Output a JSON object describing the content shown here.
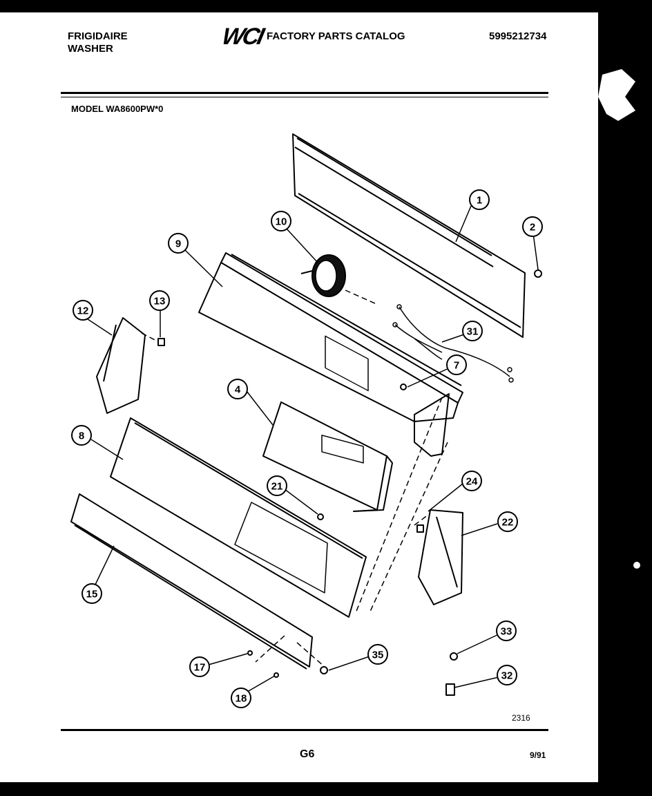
{
  "header": {
    "brand_line1": "FRIGIDAIRE",
    "brand_line2": "WASHER",
    "logo": "WCI",
    "catalog_title": "FACTORY PARTS CATALOG",
    "part_number": "5995212734",
    "model": "MODEL WA8600PW*0"
  },
  "footer": {
    "figure_number": "2316",
    "page": "G6",
    "date": "9/91"
  },
  "callouts": [
    "1",
    "2",
    "10",
    "9",
    "12",
    "13",
    "31",
    "7",
    "4",
    "8",
    "21",
    "24",
    "22",
    "15",
    "33",
    "35",
    "17",
    "32",
    "18"
  ]
}
